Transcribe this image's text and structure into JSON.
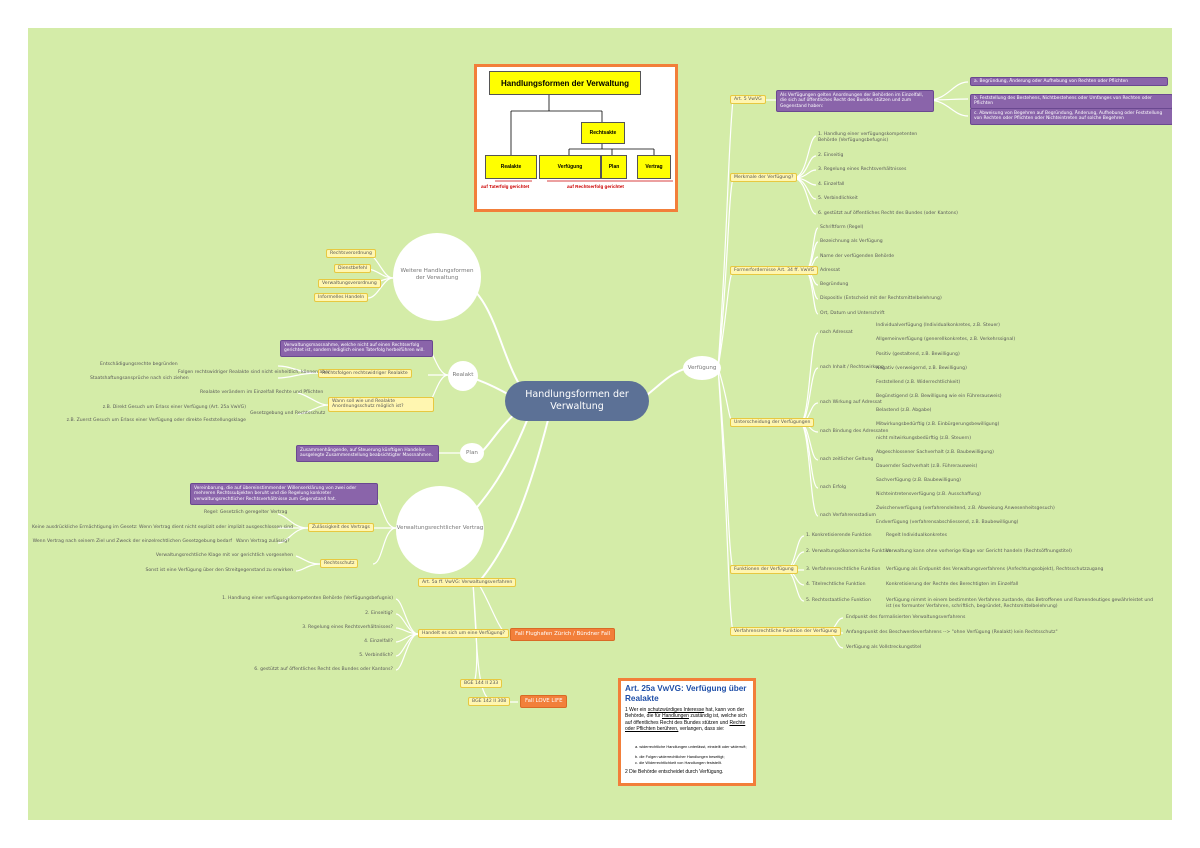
{
  "central": "Handlungsformen der Verwaltung",
  "left": {
    "weitere": {
      "title": "Weitere Handlungsformen der Verwaltung",
      "items": [
        "Rechtsverordnung",
        "Dienstbefehl",
        "Verwaltungsverordnung",
        "Informelles Handeln"
      ]
    },
    "realakt": {
      "title": "Realakt",
      "purple": "Verwaltungsmassnahme, welche nicht auf einen Rechtserfolg gerichtet ist, sondern lediglich einen Taterfolg herbeiführen will.",
      "b1": "Rechtsfolgen rechtswidriger Realakte",
      "b1_label": "Folgen rechtswidriger Realakte sind nicht einheitlich, können aber",
      "b1_items": [
        "Entschädigungsrechte begründen",
        "Staatshaftungsansprüche nach sich ziehen"
      ],
      "b2": "Wann soll wie und Realakte Anordnungsschutz möglich ist?",
      "b2_items": [
        "Realakte verändern im Einzelfall Rechte und Pflichten",
        "Gesetzgebung und Rechtsschutz"
      ],
      "b2_sub": [
        "z.B. Direkt Gesuch um Erlass einer Verfügung (Art. 25a VwVG)",
        "z.B. Zuerst Gesuch um Erlass einer Verfügung oder direkte Feststellungsklage"
      ]
    },
    "plan": {
      "title": "Plan",
      "purple": "Zusammenhängende, auf Steuerung künftigen Handelns ausgelegte Zusammenstellung beabsichtigter Massnahmen."
    },
    "vertrag": {
      "title": "Verwaltungsrechtlicher Vertrag",
      "purple": "Vereinbarung, die auf übereinstimmender Willenserklärung von zwei oder mehreren Rechtssubjekten beruht und die Regelung konkreter verwaltungsrechtlicher Rechtsverhältnisse zum Gegenstand hat.",
      "b1": "Zulässigkeit des Vertrags",
      "b1_label": "Regel: Gesetzlich geregelter Vertrag",
      "b1_items": [
        "Keine ausdrückliche Ermächtigung im Gesetz: Wenn Vertrag dient nicht explizit oder implizit ausgeschlossen sind",
        "Wenn Vertrag nach seinem Ziel und Zweck der einzelrechtlichen Gesetzgebung bedarf",
        "Wann Vertrag zulässig?"
      ],
      "b2": "Rechtsschutz",
      "b2_items": [
        "Verwaltungsrechtliche Klage mit vor gerichtlich vorgesehen",
        "Sonst ist eine Verfügung über den Streitgegenstand zu erwirken"
      ]
    },
    "faelle": {
      "bge1": "Art. 5a ff. VwVG: Verwaltungsverfahren",
      "checks": [
        "1. Handlung einer verfügungskompetenten Behörde (Verfügungsbefugnis)",
        "2. Einseitig?",
        "3. Regelung eines Rechtsverhältnisses?",
        "4. Einzelfall?",
        "5. Verbindlich?",
        "6. gestützt auf öffentliches Recht des Bundes oder Kantons?"
      ],
      "check_label": "Handelt es sich um eine Verfügung?",
      "case1": "Fall Flughafen Zürich / Bündner Fall",
      "bge2": "BGE 144 II 233",
      "bge3": "BGE 142 II 308",
      "case2": "Fall LOVE LIFE"
    }
  },
  "right": {
    "verfuegung": "Verfügung",
    "art5": {
      "title": "Art. 5 VwVG",
      "purple": "Als Verfügungen gelten Anordnungen der Behörden im Einzelfall, die sich auf öffentliches Recht des Bundes stützen und zum Gegenstand haben:",
      "items": [
        "a. Begründung, Änderung oder Aufhebung von Rechten oder Pflichten",
        "b. Feststellung des Bestehens, Nichtbestehens oder Umfanges von Rechten oder Pflichten",
        "c. Abweisung von Begehren auf Begründung, Änderung, Aufhebung oder Feststellung von Rechten oder Pflichten oder Nichteintreten auf solche Begehren"
      ]
    },
    "merkmale": {
      "title": "Merkmale der Verfügung?",
      "items": [
        "1. Handlung einer verfügungskompetenten Behörde (Verfügungsbefugnis)",
        "2. Einseitig",
        "3. Regelung eines Rechtsverhältnisses",
        "4. Einzelfall",
        "5. Verbindlichkeit",
        "6. gestützt auf öffentliches Recht des Bundes (oder Kantons)"
      ]
    },
    "form": {
      "title": "Formerfordernisse Art. 34 ff. VwVG",
      "items": [
        "Schriftform (Regel)",
        "Bezeichnung als Verfügung",
        "Name der verfügenden Behörde",
        "Adressat",
        "Begründung",
        "Dispositiv (Entscheid mit der Rechtsmittelbelehrung)",
        "Ort, Datum und Unterschrift"
      ]
    },
    "unter": {
      "title": "Unterscheidung der Verfügungen",
      "groups": [
        {
          "label": "nach Adressat",
          "items": [
            "Individualverfügung (Individualkonkretes, z.B. Steuer)",
            "Allgemeinverfügung (generellkonkretes, z.B. Verkehrssignal)"
          ]
        },
        {
          "label": "nach Inhalt / Rechtswirkung",
          "items": [
            "Positiv (gestaltend, z.B. Bewilligung)",
            "Negativ (verweigernd, z.B. Bewilligung)",
            "Feststellend (z.B. Widerrechtlichkeit)"
          ]
        },
        {
          "label": "nach Wirkung auf Adressat",
          "items": [
            "Begünstigend (z.B. Bewilligung wie ein Führerausweis)",
            "Belastend (z.B. Abgabe)"
          ]
        },
        {
          "label": "nach Bindung des Adressaten",
          "items": [
            "Mitwirkungsbedürftig (z.B. Einbürgerungsbewilligung)",
            "nicht mitwirkungsbedürftig (z.B. Steuern)"
          ]
        },
        {
          "label": "nach zeitlicher Geltung",
          "items": [
            "Abgeschlossener Sachverhalt (z.B. Baubewilligung)",
            "Dauernder Sachverhalt (z.B. Führerausweis)"
          ]
        },
        {
          "label": "nach Erfolg",
          "items": [
            "Sachverfügung (z.B. Baubewilligung)",
            "Nichteintretensverfügung (z.B. Ausschaffung)"
          ]
        },
        {
          "label": "nach Verfahrensstadium",
          "items": [
            "Zwischenverfügung (verfahrensleitend, z.B. Abweisung Anwesenheitsgesuch)",
            "Endverfügung (verfahrensabschliessend, z.B. Baubewilligung)"
          ]
        }
      ]
    },
    "funktion": {
      "title": "Funktionen der Verfügung",
      "items": [
        {
          "label": "1. Konkretisierende Funktion",
          "note": "Regelt Individualkonkretes"
        },
        {
          "label": "2. Verwaltungsökonomische Funktion",
          "note": "Verwaltung kann ohne vorherige Klage vor Gericht handeln (Rechtsöffnungstitel)"
        },
        {
          "label": "3. Verfahrensrechtliche Funktion",
          "note": "Verfügung als Endpunkt des Verwaltungsverfahrens (Anfechtungsobjekt), Rechtsschutzzugang"
        },
        {
          "label": "4. Titelrechtliche Funktion",
          "note": "Konkretisierung der Rechte des Berechtigten im Einzelfall"
        },
        {
          "label": "5. Rechtsstaatliche Funktion",
          "note": "Verfügung nimmt in einem bestimmten Verfahren zustande, das Betroffenen und Ramendeutiges gewährleistet und ist (ex formunter Verfahren, schriftlich, begründet, Rechtsmittelbelehrung)"
        }
      ]
    },
    "vwvg": {
      "title": "Verfahrensrechtliche Funktion der Verfügung",
      "items": [
        "Endpunkt des formalisierten Verwaltungsverfahrens",
        "Anfangspunkt des Beschwerdeverfahrens --> \"ohne Verfügung (Realakt) kein Rechtsschutz\"",
        "Verfügung als Vollstreckungstitel"
      ]
    }
  },
  "imagebox": {
    "title": "Handlungsformen der Verwaltung",
    "rechtsakte": "Rechtsakte",
    "realakte": "Realakte",
    "verfuegung": "Verfügung",
    "plan": "Plan",
    "vertrag": "Vertrag",
    "tat": "auf Taterfolg gerichtet",
    "recht": "auf Rechtserfolg gerichtet"
  },
  "artbox": {
    "title": "Art. 25a VwVG: Verfügung über Realakte",
    "p1_a": "1 Wer ein",
    "p1_u1": "schutzwürdiges Interesse",
    "p1_b": "hat, kann von der Behörde, die für",
    "p1_u2": "Handlungen",
    "p1_c": "zuständig ist, welche sich auf öffentliches Recht des Bundes stützen und",
    "p1_u3": "Rechte oder Pflichten berühren,",
    "p1_d": "verlangen, dass sie:",
    "items": [
      "a. widerrechtliche Handlungen unterlässt, einstellt oder widerruft;",
      "b. die Folgen widerrechtlicher Handlungen beseitigt;",
      "c. die Widerrechtlichkeit von Handlungen feststellt."
    ],
    "p2": "2 Die Behörde entscheidet durch Verfügung."
  }
}
